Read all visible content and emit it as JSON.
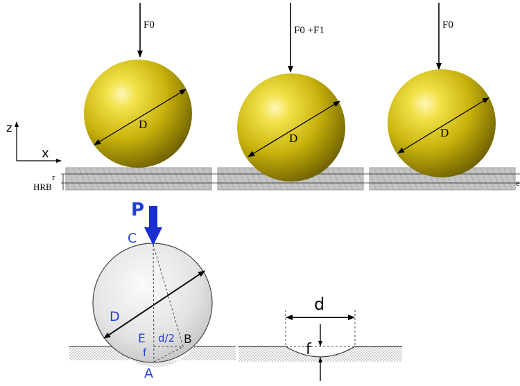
{
  "top_figure": {
    "forces": [
      "F0",
      "F0 +F1",
      "F0"
    ],
    "diameter_label": "D",
    "axis_z": "z",
    "axis_x": "x",
    "depth_label_r": "r",
    "hrb_label": "HRB",
    "edge_label": "e",
    "colors": {
      "ball": "#d2c012",
      "ball_dark": "#6a5c00",
      "plate": "#bdbdbd"
    }
  },
  "bottom_figure": {
    "load_label": "P",
    "point_c": "C",
    "diameter_label": "D",
    "point_e": "E",
    "half_chord": "d/2",
    "point_b": "B",
    "depth_f": "f",
    "point_a": "A",
    "indent_d": "d",
    "indent_f": "f",
    "colors": {
      "label_blue": "#1f3fd6",
      "arrow_blue": "#1a2fd0",
      "sphere": "#dcdcdc"
    }
  }
}
